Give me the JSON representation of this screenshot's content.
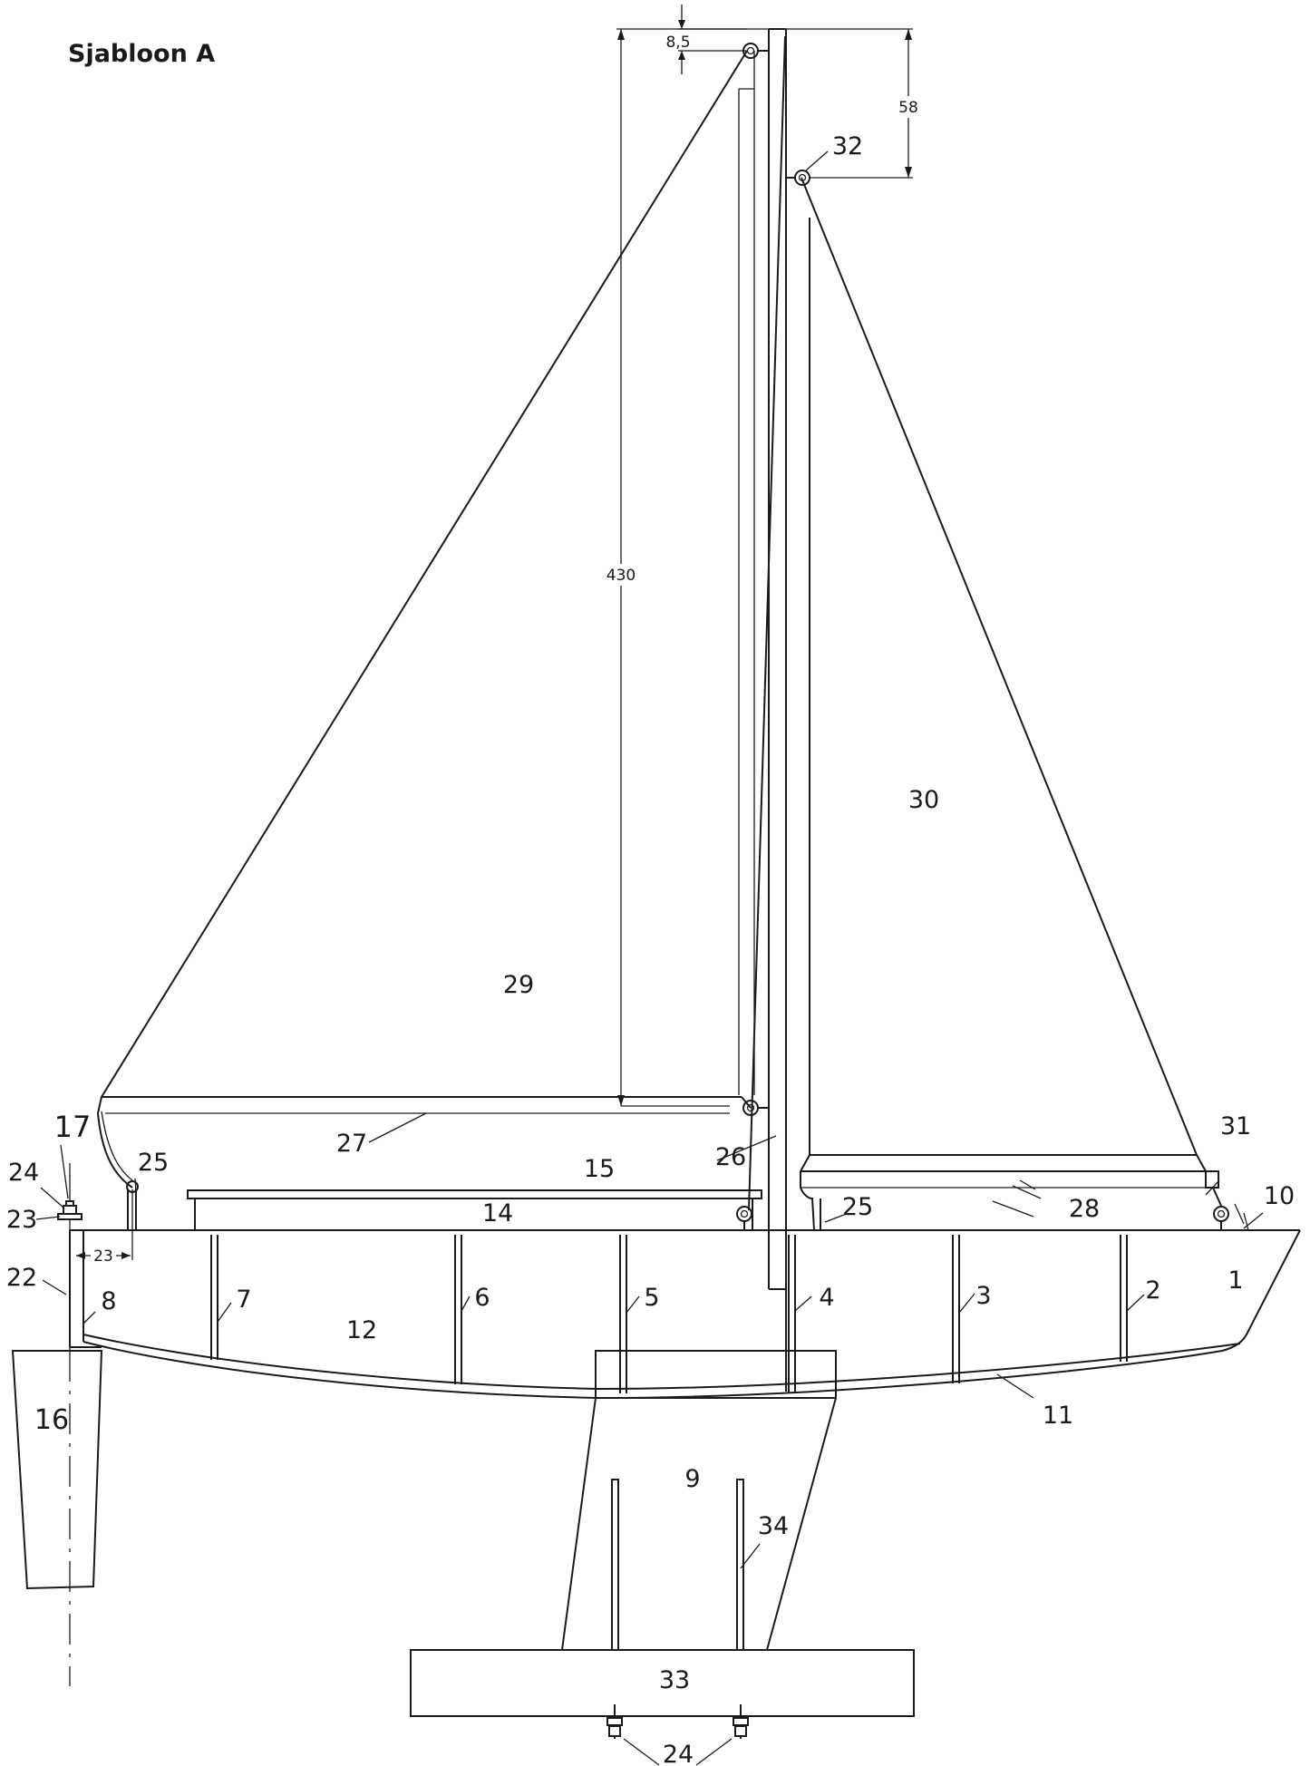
{
  "title": "Sjabloon A",
  "dimensions": {
    "mast_height": "430",
    "top_offset": "8,5",
    "upper_fitting": "58",
    "transom_offset": "23"
  },
  "parts": {
    "p1": "1",
    "p2": "2",
    "p3": "3",
    "p4": "4",
    "p5": "5",
    "p6": "6",
    "p7": "7",
    "p8": "8",
    "p9": "9",
    "p10": "10",
    "p11": "11",
    "p12": "12",
    "p14": "14",
    "p15": "15",
    "p16": "16",
    "p17": "17",
    "p22": "22",
    "p23": "23",
    "p24": "24",
    "p25": "25",
    "p26": "26",
    "p27": "27",
    "p28": "28",
    "p29": "29",
    "p30": "30",
    "p31": "31",
    "p32": "32",
    "p33": "33",
    "p34": "34"
  },
  "icons": [
    "eye-bolt-icon",
    "nut-icon",
    "washer-icon"
  ]
}
